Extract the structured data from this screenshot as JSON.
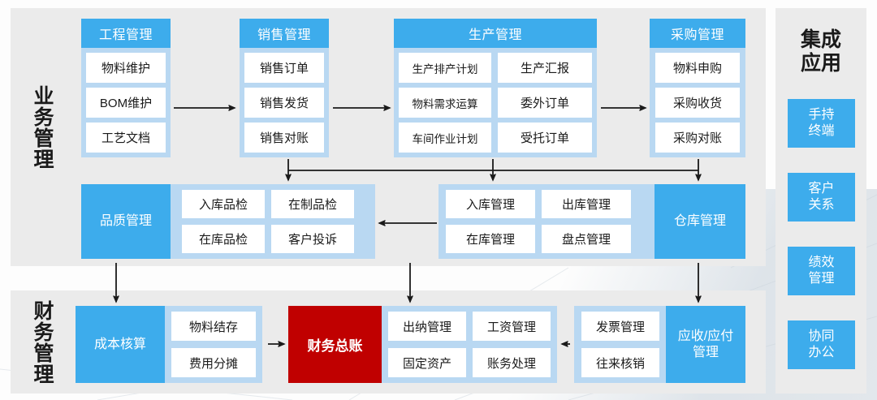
{
  "diagram": {
    "title_sections": {
      "business": "业务管理",
      "finance": "财务管理",
      "integration": "集成\n应用"
    },
    "colors": {
      "accent_blue": "#3dacec",
      "container_blue": "#b9d8f2",
      "panel_gray": "#ebebeb",
      "highlight_red": "#c00000",
      "cell_white": "#ffffff",
      "text_dark": "#1a1a1a"
    }
  },
  "business": {
    "label": "业务管理",
    "groups": {
      "engineering": {
        "header": "工程管理",
        "cells": [
          "物料维护",
          "BOM维护",
          "工艺文档"
        ]
      },
      "sales": {
        "header": "销售管理",
        "cells": [
          "销售订单",
          "销售发货",
          "销售对账"
        ]
      },
      "production": {
        "header": "生产管理",
        "cells_left": [
          "生产排产计划",
          "物料需求运算",
          "车间作业计划"
        ],
        "cells_right": [
          "生产汇报",
          "委外订单",
          "受托订单"
        ]
      },
      "purchasing": {
        "header": "采购管理",
        "cells": [
          "物料申购",
          "采购收货",
          "采购对账"
        ]
      },
      "quality": {
        "header": "品质管理",
        "cells_left": [
          "入库品检",
          "在库品检"
        ],
        "cells_right": [
          "在制品检",
          "客户投诉"
        ]
      },
      "warehouse": {
        "header": "仓库管理",
        "cells_left": [
          "入库管理",
          "在库管理"
        ],
        "cells_right": [
          "出库管理",
          "盘点管理"
        ]
      }
    }
  },
  "finance": {
    "label": "财务管理",
    "groups": {
      "cost": {
        "header": "成本核算",
        "cells": [
          "物料结存",
          "费用分摊"
        ]
      },
      "ledger": {
        "header": "财务总账"
      },
      "accounting": {
        "cells_left": [
          "出纳管理",
          "固定资产"
        ],
        "cells_right": [
          "工资管理",
          "账务处理"
        ]
      },
      "receivable": {
        "header": "应收/应付\n管理",
        "cells": [
          "发票管理",
          "往来核销"
        ]
      }
    }
  },
  "integration": {
    "title": "集成\n应用",
    "buttons": [
      "手持\n终端",
      "客户\n关系",
      "绩效\n管理",
      "协同\n办公"
    ]
  }
}
